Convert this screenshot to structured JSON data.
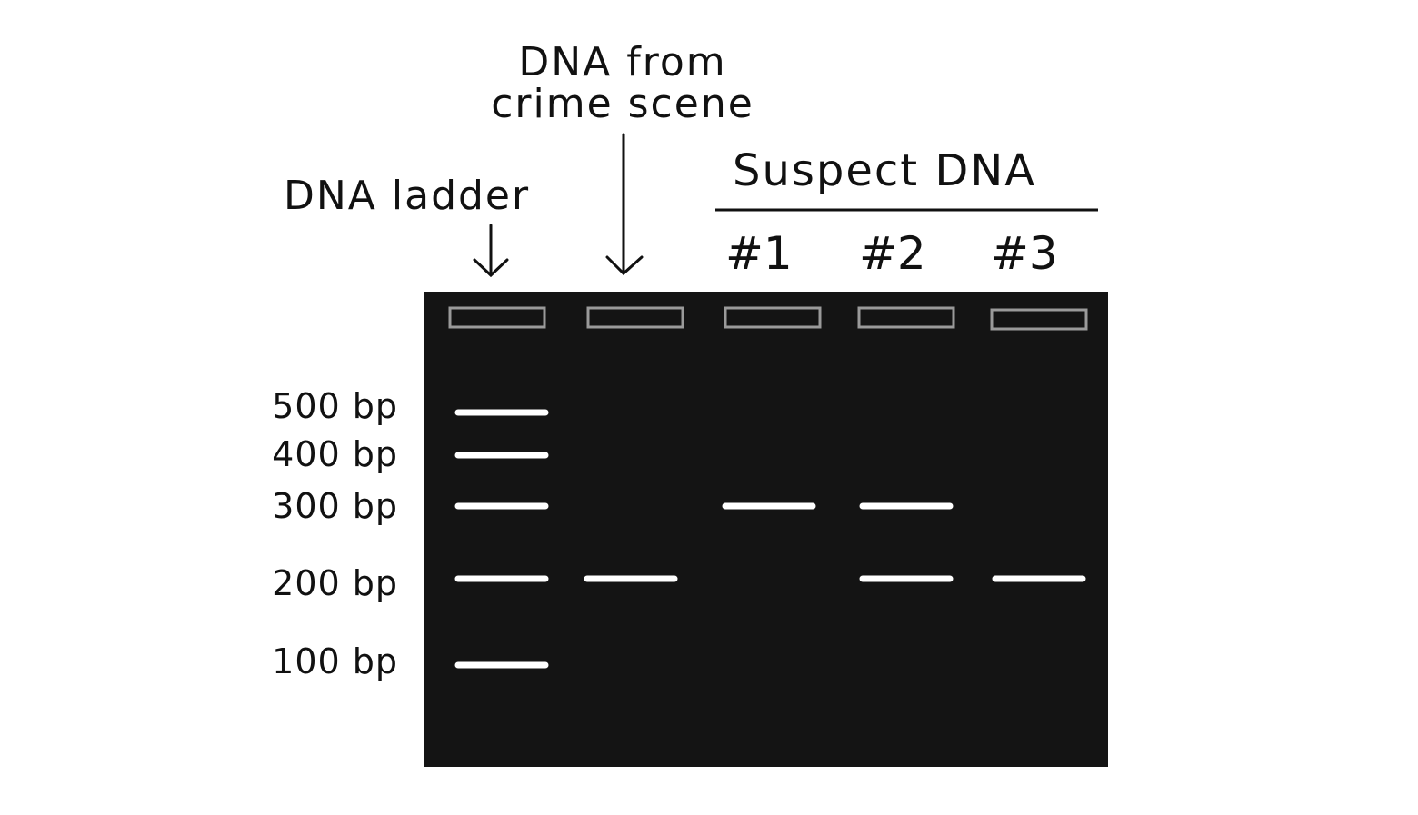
{
  "labels": {
    "dna_ladder": "DNA ladder",
    "crime_scene_line1": "DNA from",
    "crime_scene_line2": "crime scene",
    "suspect_dna": "Suspect DNA",
    "suspects": [
      "#1",
      "#2",
      "#3"
    ]
  },
  "ladder_sizes": [
    "500 bp",
    "400 bp",
    "300 bp",
    "200 bp",
    "100 bp"
  ],
  "colors": {
    "gel": "#141414",
    "band": "#ffffff",
    "well": "#9a9a9a",
    "ink": "#111111"
  },
  "lanes": [
    {
      "id": "ladder",
      "bands_bp": [
        500,
        400,
        300,
        200,
        100
      ]
    },
    {
      "id": "crime-scene",
      "bands_bp": [
        200
      ]
    },
    {
      "id": "suspect-1",
      "bands_bp": [
        300
      ]
    },
    {
      "id": "suspect-2",
      "bands_bp": [
        300,
        200
      ]
    },
    {
      "id": "suspect-3",
      "bands_bp": [
        200
      ]
    }
  ]
}
